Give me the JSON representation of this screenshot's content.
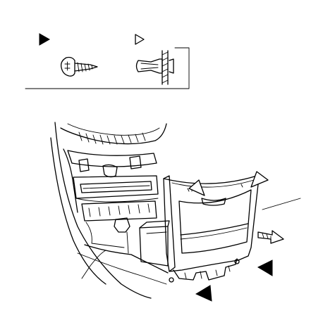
{
  "legend": {
    "items": [
      {
        "marker": "solid-triangle",
        "part": "screw",
        "icon": "screw-icon"
      },
      {
        "marker": "open-triangle",
        "part": "clip",
        "icon": "clip-icon"
      }
    ]
  },
  "callouts": [
    {
      "marker": "open-triangle",
      "count": 2
    },
    {
      "marker": "solid-triangle",
      "count": 2
    },
    {
      "marker": "arrow",
      "count": 1
    }
  ],
  "colors": {
    "line": "#000000",
    "background": "#ffffff"
  }
}
